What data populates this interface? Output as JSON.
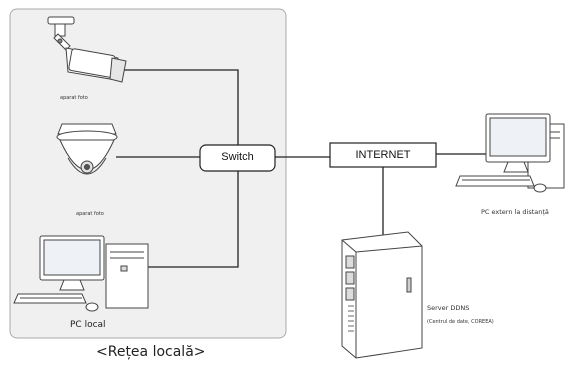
{
  "local_network": {
    "camera1_label": "aparat foto",
    "camera2_label": "aparat foto",
    "pc_label": "PC local",
    "caption": "<Rețea locală>"
  },
  "switch_label": "Switch",
  "internet_label": "INTERNET",
  "remote_pc_label": "PC extern la distanță",
  "server": {
    "label": "Server DDNS",
    "sublabel": "(Centrul de date, COREEA)"
  },
  "colors": {
    "panel_fill": "#f0f0f0",
    "panel_border": "#aaaaaa",
    "line": "#222222"
  },
  "icons": [
    "bullet-camera-icon",
    "dome-camera-icon",
    "desktop-pc-icon",
    "server-tower-icon"
  ]
}
